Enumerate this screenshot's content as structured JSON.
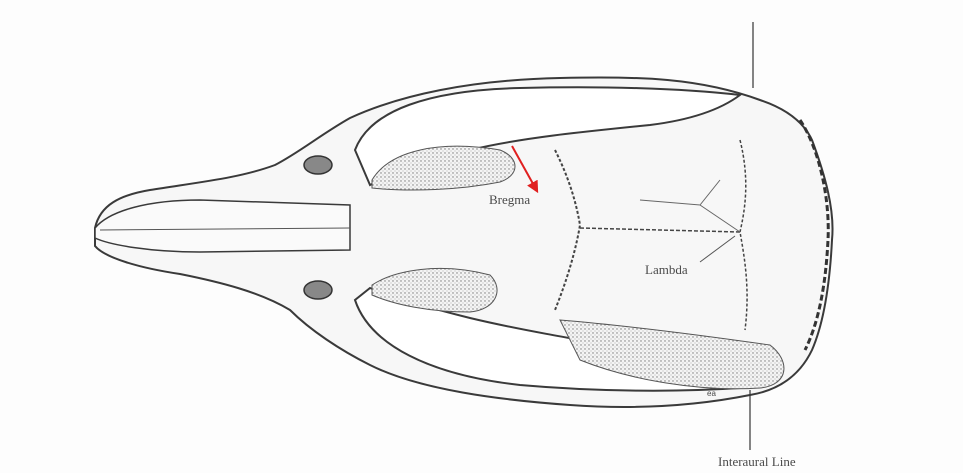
{
  "labels": {
    "bregma": "Bregma",
    "lambda": "Lambda",
    "interaural_line": "Interaural Line",
    "small_mark": "ea"
  },
  "colors": {
    "arrow": "#e02020",
    "ink": "#3a3a3a",
    "paper": "#fdfdfd"
  },
  "icons": {
    "arrow": "red-arrow-icon"
  }
}
